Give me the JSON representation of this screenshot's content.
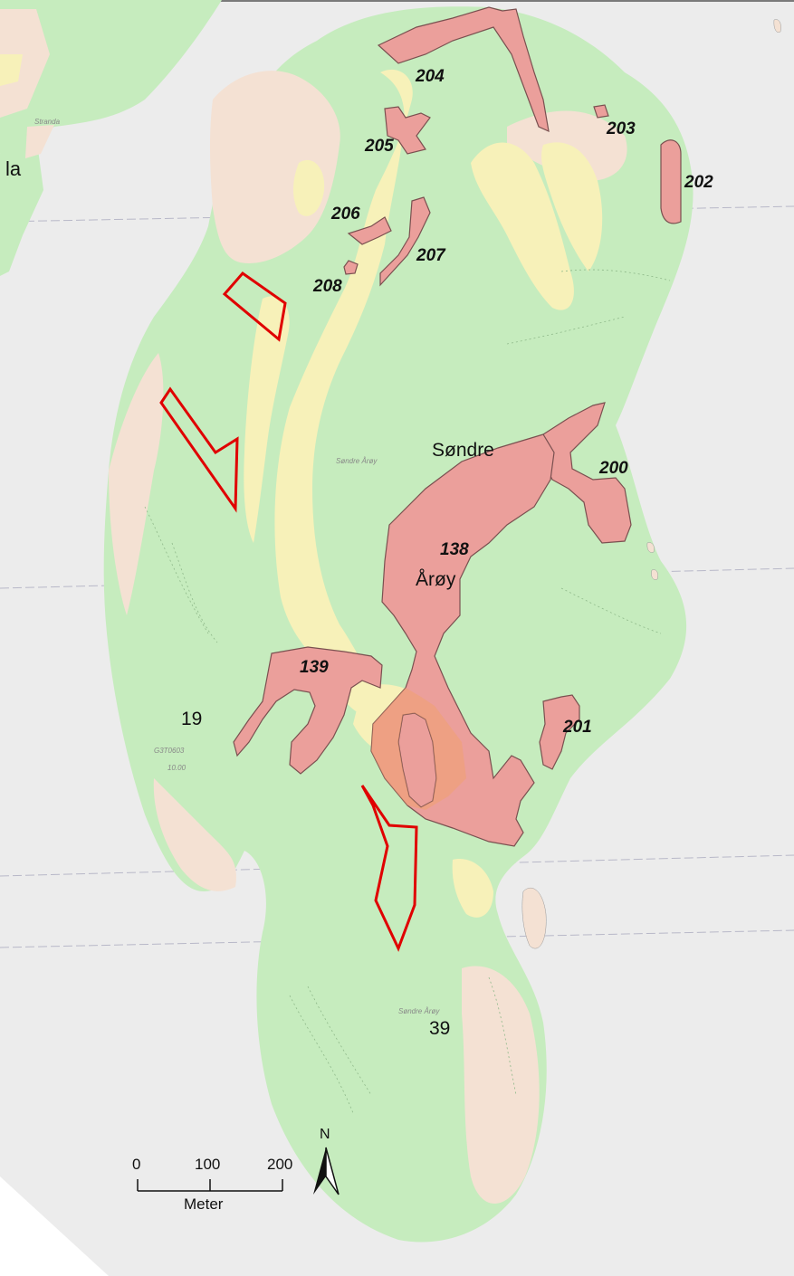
{
  "map": {
    "colors": {
      "sea": "#ececec",
      "forest": "#c6ecbe",
      "open_land": "#f7f1b9",
      "built_area": "#f4e1d3",
      "marked_area": "#eb9f9b",
      "marked_outline": "#7a5050",
      "highlight_outline": "#e00000"
    },
    "area_ids": {
      "a204": "204",
      "a205": "205",
      "a203": "203",
      "a202": "202",
      "a206": "206",
      "a207": "207",
      "a208": "208",
      "a200": "200",
      "a138": "138",
      "a139": "139",
      "a201": "201"
    },
    "place_names": {
      "sondre": "Søndre",
      "aroy": "Årøy",
      "la": "la"
    },
    "parcel_numbers": {
      "p19": "19",
      "p39": "39"
    },
    "small_text": {
      "stranda": "Stranda",
      "sondre_aroy_1": "Søndre Årøy",
      "sondre_aroy_2": "Søndre Årøy",
      "map_sheet": "G3T0603",
      "value": "10.00"
    },
    "scale_bar": {
      "ticks": [
        "0",
        "100",
        "200"
      ],
      "unit": "Meter"
    },
    "north_arrow": {
      "label": "N",
      "icon": "north-arrow-icon"
    }
  }
}
